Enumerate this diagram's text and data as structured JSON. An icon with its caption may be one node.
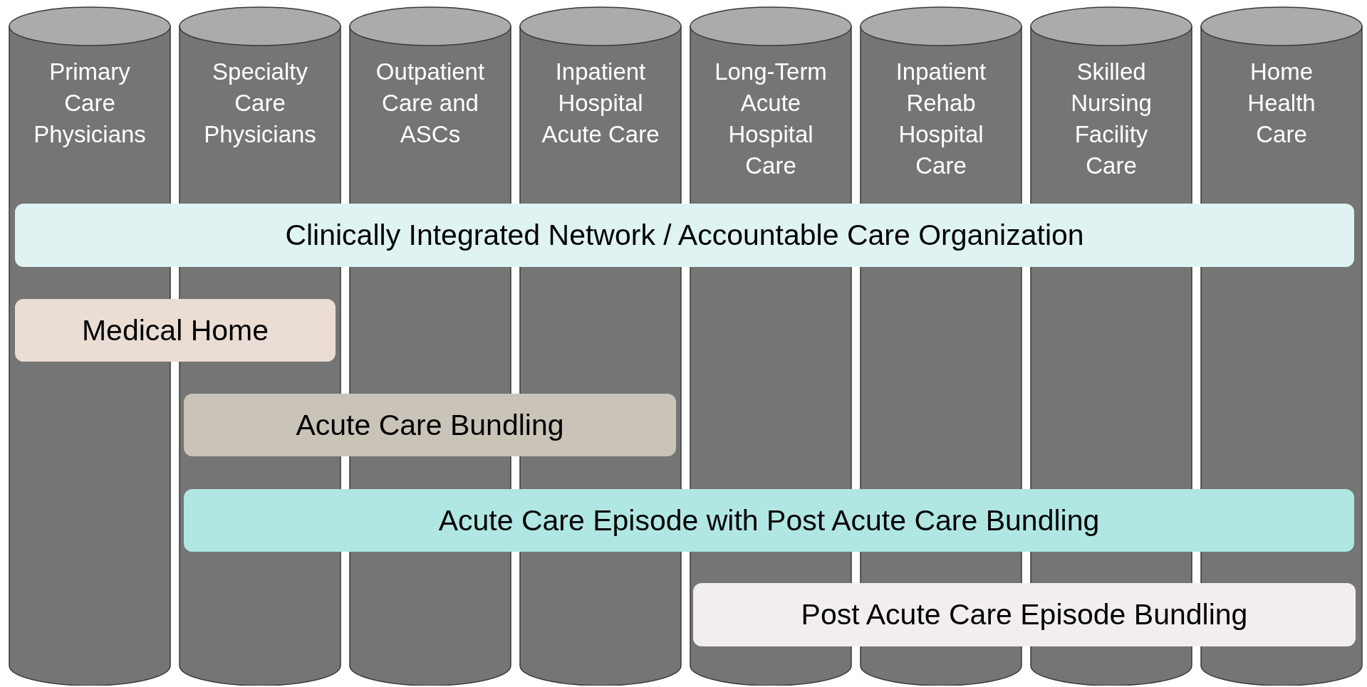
{
  "diagram": {
    "nodes": [
      {
        "text": [
          "Primary Care Physicians"
        ]
      },
      {
        "text": [
          "Specialty Care Physicians"
        ]
      },
      {
        "text": [
          "Outpatient Care and ASCs"
        ]
      },
      {
        "text": [
          "Inpatient Hospital Acute Care"
        ]
      },
      {
        "text": [
          "Long-Term Acute Hospital Care"
        ]
      },
      {
        "text": [
          "Inpatient Rehab Hospital Care"
        ]
      },
      {
        "text": [
          "Skilled Nursing Facility Care"
        ]
      },
      {
        "text": [
          "Home Health Care"
        ]
      },
      {
        "text": [
          "Clinically Integrated Network / Accountable Care Organization"
        ]
      },
      {
        "text": [
          "Medical Home"
        ]
      },
      {
        "text": [
          "Acute Care Bundling"
        ]
      },
      {
        "text": [
          "Acute Care Episode with Post Acute Care Bundling"
        ]
      },
      {
        "text": [
          "Post Acute Care Episode Bundling"
        ]
      }
    ],
    "edges": []
  }
}
